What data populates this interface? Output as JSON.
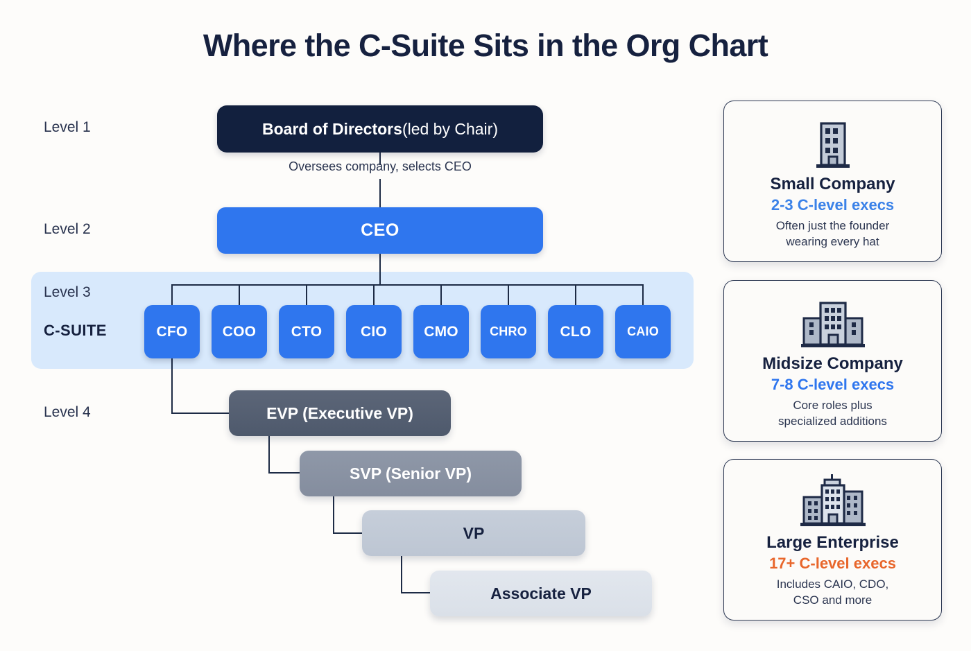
{
  "page": {
    "title": "Where the C-Suite Sits in the Org Chart",
    "background_color": "#FDFCFA"
  },
  "colors": {
    "navy": "#16213F",
    "blue": "#2F76EE",
    "band_blue": "#D8E9FC",
    "orange": "#E8662B",
    "slate_dark": "#545E70",
    "slate_mid": "#8A93A3",
    "slate_light": "#C2CAD7",
    "slate_lightest": "#DFE4EC"
  },
  "levels": {
    "level1": "Level 1",
    "level2": "Level 2",
    "level3": "Level 3",
    "level4": "Level 4",
    "csuite_tag": "C-SUITE"
  },
  "hierarchy": {
    "board": {
      "label_strong": "Board of Directors",
      "label_light": " (led by Chair)",
      "caption": "Oversees company, selects CEO"
    },
    "ceo": {
      "label": "CEO"
    },
    "csuite": [
      {
        "label": "CFO"
      },
      {
        "label": "COO"
      },
      {
        "label": "CTO"
      },
      {
        "label": "CIO"
      },
      {
        "label": "CMO"
      },
      {
        "label": "CHRO"
      },
      {
        "label": "CLO"
      },
      {
        "label": "CAIO"
      }
    ],
    "cascade": [
      {
        "label": "EVP (Executive VP)"
      },
      {
        "label": "SVP (Senior VP)"
      },
      {
        "label": "VP"
      },
      {
        "label": "Associate VP"
      }
    ]
  },
  "cards": [
    {
      "icon": "single-building-icon",
      "title": "Small Company",
      "accent": "2-3 C-level execs",
      "accent_color": "#3B82E8",
      "description": "Often just the founder\nwearing every hat"
    },
    {
      "icon": "three-buildings-icon",
      "title": "Midsize Company",
      "accent": "7-8 C-level execs",
      "accent_color": "#2F76EE",
      "description": "Core roles plus\nspecialized additions"
    },
    {
      "icon": "skyline-buildings-icon",
      "title": "Large Enterprise",
      "accent": "17+ C-level execs",
      "accent_color": "#E8662B",
      "description": "Includes CAIO, CDO,\nCSO and more"
    }
  ]
}
